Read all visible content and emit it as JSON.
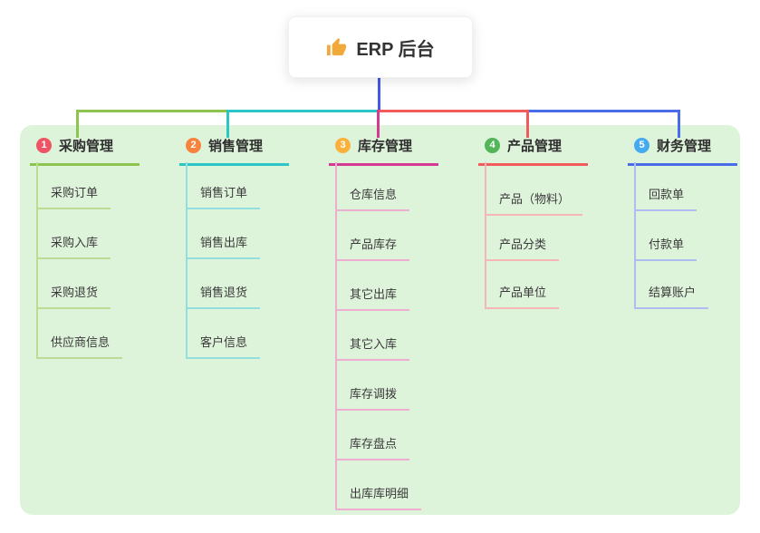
{
  "root": {
    "label": "ERP 后台",
    "icon": "thumbs-up",
    "icon_color": "#f2a93b"
  },
  "panel_color": "#ddf3da",
  "root_connector_color": "#4459e6",
  "branches": [
    {
      "number": "1",
      "title": "采购管理",
      "color": "#8dc44e",
      "light_color": "#bcdb95",
      "badge_color": "#ed5565",
      "items": [
        "采购订单",
        "采购入库",
        "采购退货",
        "供应商信息"
      ]
    },
    {
      "number": "2",
      "title": "销售管理",
      "color": "#2cc6c6",
      "light_color": "#93dede",
      "badge_color": "#f8833c",
      "items": [
        "销售订单",
        "销售出库",
        "销售退货",
        "客户信息"
      ]
    },
    {
      "number": "3",
      "title": "库存管理",
      "color": "#d43a92",
      "light_color": "#edaed2",
      "badge_color": "#f9b13c",
      "items": [
        "仓库信息",
        "产品库存",
        "其它出库",
        "其它入库",
        "库存调拨",
        "库存盘点",
        "出库库明细"
      ]
    },
    {
      "number": "4",
      "title": "产品管理",
      "color": "#f15b5b",
      "light_color": "#f7b6b6",
      "badge_color": "#52b558",
      "items": [
        "产品（物料）",
        "产品分类",
        "产品单位"
      ]
    },
    {
      "number": "5",
      "title": "财务管理",
      "color": "#4a6bea",
      "light_color": "#aebcf0",
      "badge_color": "#46aaf0",
      "items": [
        "回款单",
        "付款单",
        "结算账户"
      ]
    }
  ]
}
